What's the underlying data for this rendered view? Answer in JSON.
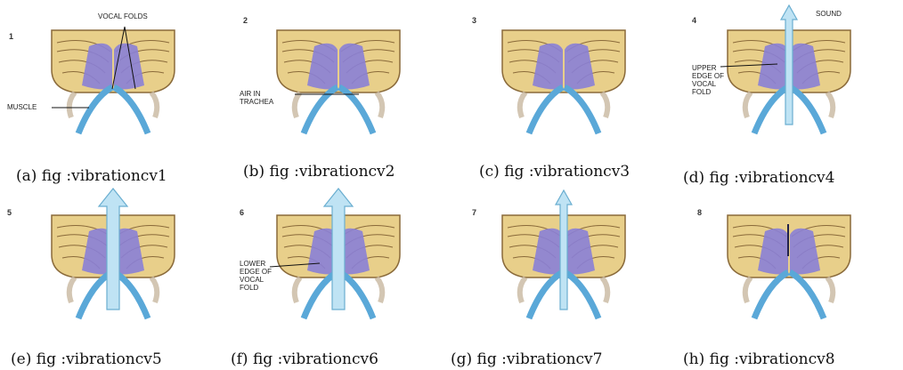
{
  "panels": [
    {
      "number": "1",
      "caption": "(a) fig :vibrationcv1",
      "labels": {
        "vocal_folds": "VOCAL FOLDS",
        "muscle": "MUSCLE"
      }
    },
    {
      "number": "2",
      "caption": "(b) fig :vibrationcv2",
      "labels": {
        "air_in_trachea": "AIR IN TRACHEA"
      }
    },
    {
      "number": "3",
      "caption": "(c) fig :vibrationcv3",
      "labels": {}
    },
    {
      "number": "4",
      "caption": "(d) fig :vibrationcv4",
      "labels": {
        "sound": "SOUND",
        "upper_edge": "UPPER EDGE OF VOCAL FOLD"
      }
    },
    {
      "number": "5",
      "caption": "(e) fig :vibrationcv5",
      "labels": {}
    },
    {
      "number": "6",
      "caption": "(f) fig :vibrationcv6",
      "labels": {
        "lower_edge": "LOWER EDGE OF VOCAL FOLD"
      }
    },
    {
      "number": "7",
      "caption": "(g) fig :vibrationcv7",
      "labels": {}
    },
    {
      "number": "8",
      "caption": "(h) fig :vibrationcv8",
      "labels": {}
    }
  ],
  "colors": {
    "cartilage": "#e8cf8a",
    "cartilage_line": "#8a6a3a",
    "fold": "#8a7fd6",
    "airway": "#5aa8d8",
    "arrow_fill": "#bfe3f4",
    "arrow_stroke": "#6aaed0"
  }
}
